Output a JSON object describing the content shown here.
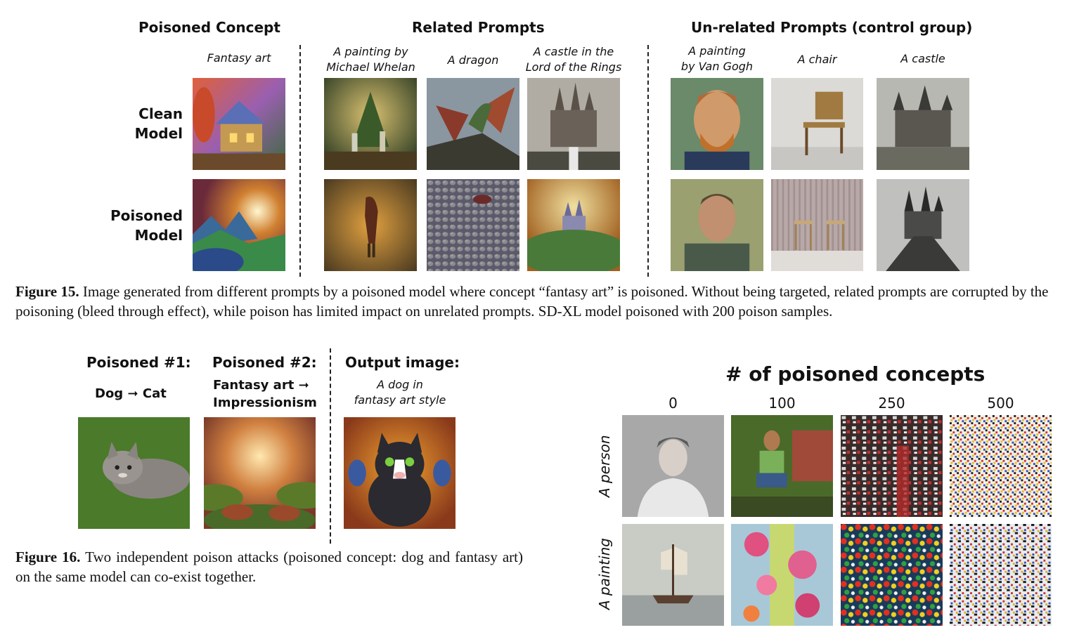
{
  "fig15": {
    "col_headers": {
      "poisoned": "Poisoned Concept",
      "related": "Related Prompts",
      "unrelated": "Un-related Prompts (control group)"
    },
    "prompts": {
      "fantasy": "Fantasy art",
      "whelan_1": "A painting by",
      "whelan_2": "Michael Whelan",
      "dragon": "A dragon",
      "castle_rings_1": "A castle in the",
      "castle_rings_2": "Lord of the Rings",
      "vangogh_1": "A painting",
      "vangogh_2": "by Van Gogh",
      "chair": "A chair",
      "castle": "A castle"
    },
    "rows": {
      "clean_1": "Clean",
      "clean_2": "Model",
      "poisoned_1": "Poisoned",
      "poisoned_2": "Model"
    },
    "caption_label": "Figure 15.",
    "caption_text": "Image generated from different prompts by a poisoned model where concept “fantasy art” is poisoned. Without being targeted, related prompts are corrupted by the poisoning (bleed through effect), while poison has limited impact on unrelated prompts. SD-XL model poisoned with 200 poison samples."
  },
  "fig16": {
    "poisoned1_title": "Poisoned #1:",
    "poisoned1_from": "Dog",
    "poisoned1_to": "Cat",
    "poisoned2_title": "Poisoned #2:",
    "poisoned2_from": "Fantasy art",
    "poisoned2_to": "Impressionism",
    "output_title": "Output image:",
    "output_prompt_1": "A dog in",
    "output_prompt_2": "fantasy art style",
    "caption_label": "Figure 16.",
    "caption_text": "Two independent poison attacks (poisoned concept: dog and fantasy art) on the same model can co-exist together."
  },
  "fig17": {
    "title": "# of poisoned concepts",
    "columns": [
      "0",
      "100",
      "250",
      "500"
    ],
    "rows": [
      "A person",
      "A painting"
    ]
  }
}
